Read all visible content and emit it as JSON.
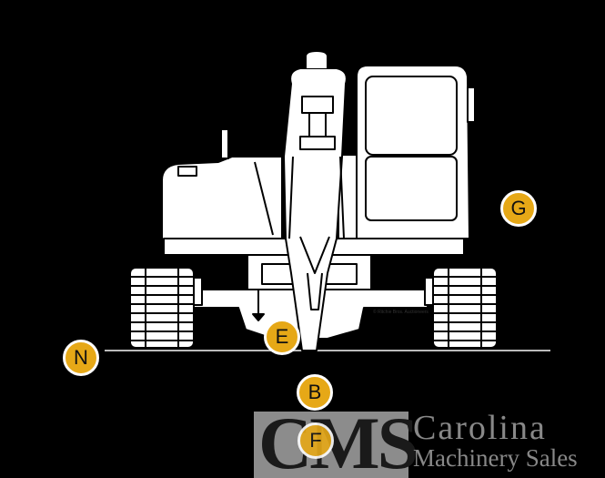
{
  "diagram": {
    "markers": [
      {
        "id": "G",
        "label": "G"
      },
      {
        "id": "E",
        "label": "E"
      },
      {
        "id": "N",
        "label": "N"
      },
      {
        "id": "B",
        "label": "B"
      },
      {
        "id": "F",
        "label": "F"
      }
    ],
    "credit": "© Ritchie Bros. Auctioneers"
  },
  "logo": {
    "letters": "CMS",
    "name": "Carolina",
    "subtitle": "Machinery Sales"
  },
  "colors": {
    "background": "#000000",
    "marker_fill": "#e6a817",
    "marker_border": "#ffffff",
    "logo_box": "#8c8c8c"
  }
}
